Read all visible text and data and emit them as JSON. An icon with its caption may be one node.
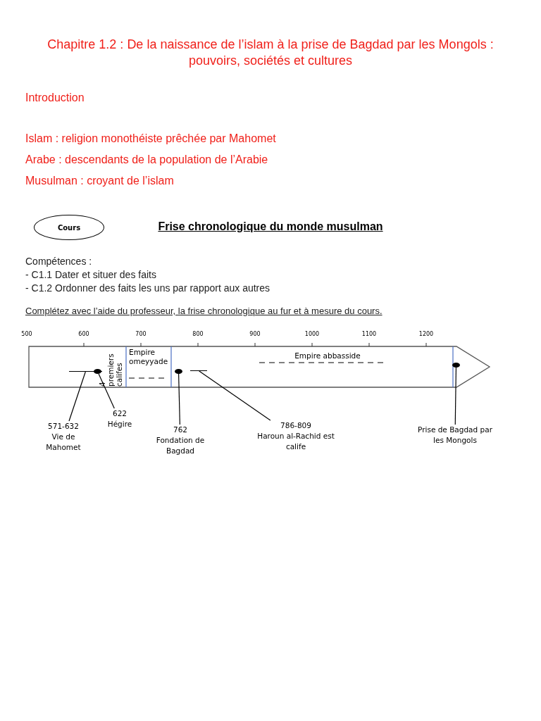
{
  "diagram": {
    "title": "Chapitre 1.2 : De la naissance de l’islam à la prise de Bagdad par les Mongols : pouvoirs, sociétés et cultures",
    "nodes": [
      {
        "text": [
          "Cours"
        ]
      },
      {
        "text": [],
        "shape": "bar"
      },
      {
        "text": [
          "4 premiers califes"
        ],
        "in": 1
      },
      {
        "text": [
          "Empire omeyyade"
        ],
        "in": 1
      },
      {
        "text": [
          "Empire abbasside"
        ],
        "in": 1
      },
      {
        "text": [],
        "shape": "bar",
        "in": 1
      },
      {
        "text": [],
        "shape": "circle",
        "in": 1
      },
      {
        "text": [],
        "shape": "circle",
        "in": 1
      },
      {
        "text": [],
        "shape": "bar",
        "in": 1
      },
      {
        "text": [],
        "shape": "circle",
        "in": 1
      },
      {
        "text": [
          "571-632",
          "Vie de Mahomet"
        ]
      },
      {
        "text": [
          "622",
          "Hégire"
        ]
      },
      {
        "text": [
          "762",
          "Fondation de Bagdad"
        ]
      },
      {
        "text": [
          "786-809",
          "Haroun al-Rachid est calife"
        ]
      },
      {
        "text": [
          "Prise de Bagdad par les Mongols"
        ]
      }
    ],
    "edges": [
      {
        "from": 10,
        "to": 5,
        "arrow": "none"
      },
      {
        "from": 11,
        "to": 6,
        "arrow": "none"
      },
      {
        "from": 12,
        "to": 7,
        "arrow": "none"
      },
      {
        "from": 13,
        "to": 8,
        "arrow": "none"
      },
      {
        "from": 14,
        "to": 9,
        "arrow": "none"
      }
    ],
    "labels": [
      "Introduction",
      "Islam : religion monothéiste prêchée par Mahomet",
      "Arabe : descendants de la population de l’Arabie",
      "Musulman : croyant de l’islam",
      "Frise chronologique du monde musulman",
      "Compétences :",
      "- C1.1 Dater et situer des faits",
      "- C1.2 Ordonner des faits les uns par rapport aux autres",
      "Complétez avec l’aide du professeur, la frise chronologique au fur et à mesure du cours.",
      "500",
      "600",
      "700",
      "800",
      "900",
      "1000",
      "1100",
      "1200"
    ]
  }
}
